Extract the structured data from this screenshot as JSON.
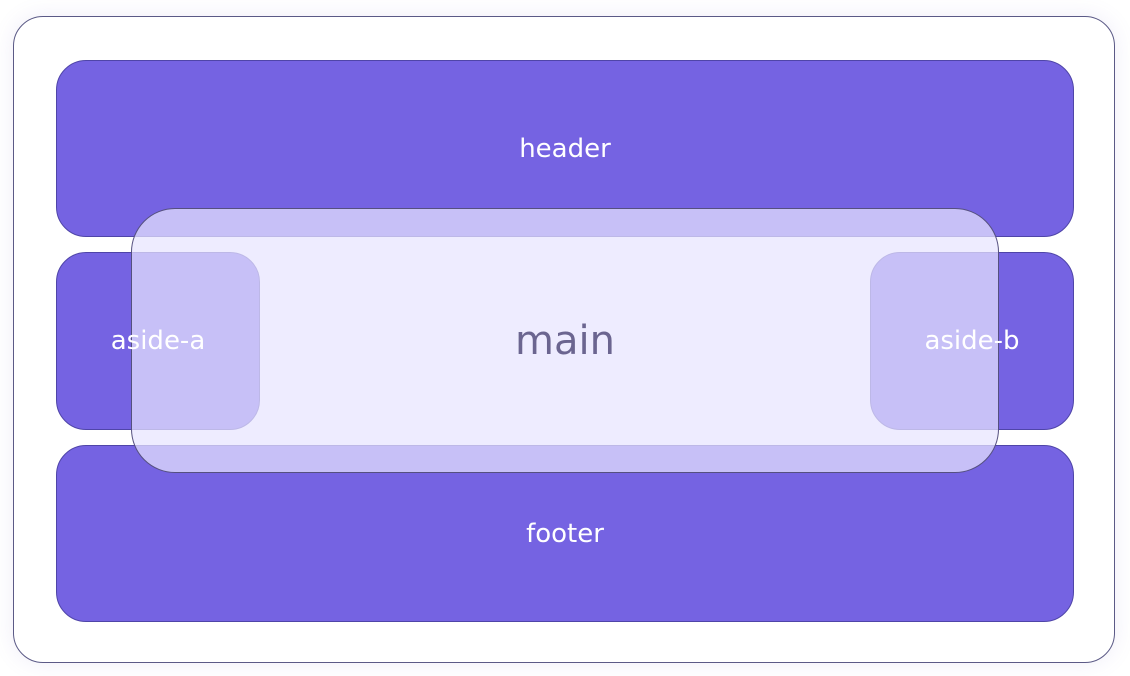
{
  "diagram": {
    "header": "header",
    "aside_a": "aside-a",
    "main": "main",
    "aside_b": "aside-b",
    "footer": "footer"
  },
  "colors": {
    "area_fill": "#7563e2",
    "main_overlay": "#e8e4ff",
    "frame_border": "#5b5a86"
  }
}
